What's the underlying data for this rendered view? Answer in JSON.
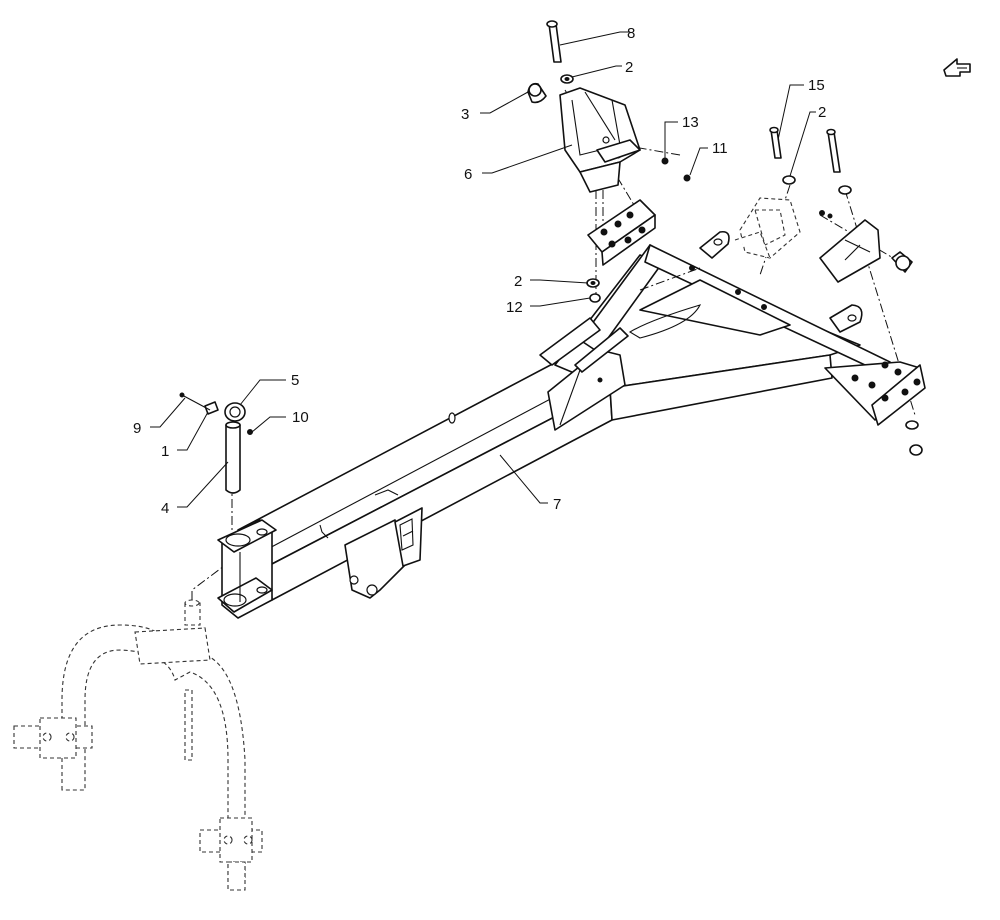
{
  "diagram": {
    "callouts": [
      {
        "id": "c8",
        "label": "8"
      },
      {
        "id": "c2a",
        "label": "2"
      },
      {
        "id": "c3",
        "label": "3"
      },
      {
        "id": "c13",
        "label": "13"
      },
      {
        "id": "c11",
        "label": "11"
      },
      {
        "id": "c6",
        "label": "6"
      },
      {
        "id": "c15",
        "label": "15"
      },
      {
        "id": "c2b",
        "label": "2"
      },
      {
        "id": "c2c",
        "label": "2"
      },
      {
        "id": "c12",
        "label": "12"
      },
      {
        "id": "c5",
        "label": "5"
      },
      {
        "id": "c9",
        "label": "9"
      },
      {
        "id": "c10",
        "label": "10"
      },
      {
        "id": "c1",
        "label": "1"
      },
      {
        "id": "c4",
        "label": "4"
      },
      {
        "id": "c7",
        "label": "7"
      }
    ],
    "nav_icon": "hand-pointer-icon"
  }
}
